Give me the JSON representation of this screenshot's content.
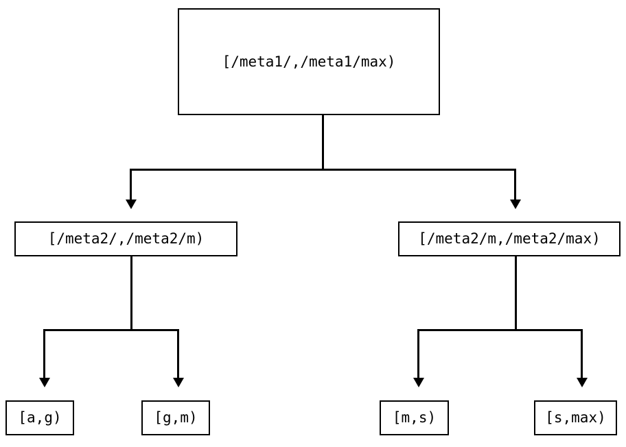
{
  "diagram": {
    "title": "interval-partition-tree",
    "background_color": "#ffffff",
    "line_color": "#000000",
    "text_color": "#000000",
    "nodes": {
      "root": {
        "label": "[/meta1/,/meta1/max)"
      },
      "level2": [
        {
          "label": "[/meta2/,/meta2/m)"
        },
        {
          "label": "[/meta2/m,/meta2/max)"
        }
      ],
      "leaves": [
        {
          "label": "[a,g)"
        },
        {
          "label": "[g,m)"
        },
        {
          "label": "[m,s)"
        },
        {
          "label": "[s,max)"
        }
      ]
    },
    "edges": [
      {
        "from": "root",
        "to": "[/meta2/,/meta2/m)"
      },
      {
        "from": "root",
        "to": "[/meta2/m,/meta2/max)"
      },
      {
        "from": "[/meta2/,/meta2/m)",
        "to": "[a,g)"
      },
      {
        "from": "[/meta2/,/meta2/m)",
        "to": "[g,m)"
      },
      {
        "from": "[/meta2/m,/meta2/max)",
        "to": "[m,s)"
      },
      {
        "from": "[/meta2/m,/meta2/max)",
        "to": "[s,max)"
      }
    ]
  }
}
